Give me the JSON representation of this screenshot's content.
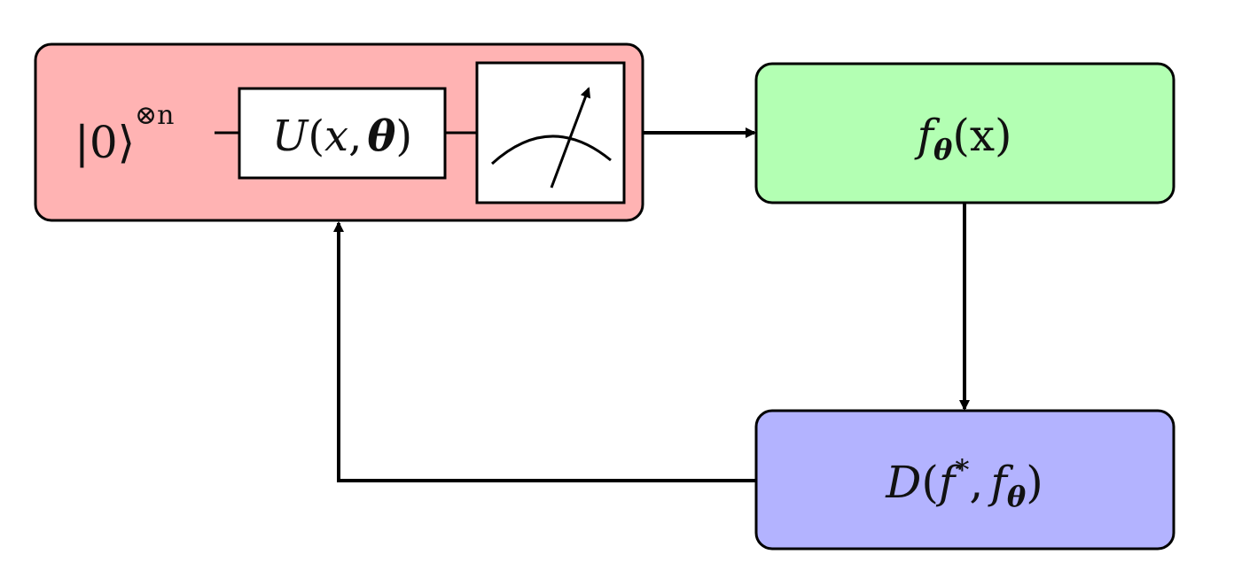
{
  "circuit": {
    "ket_open": "|0",
    "ket_close": "⟩",
    "tensor_power": "⊗n",
    "unitary": {
      "U": "U",
      "open": "(",
      "x": "x",
      "comma": ",",
      "theta": "θ",
      "close": ")"
    },
    "meter_icon": "measurement-meter-icon",
    "fill": "#ffb3b3"
  },
  "model_output": {
    "f": "f",
    "theta": "θ",
    "arg": "(x)",
    "fill": "#b3ffb3"
  },
  "distance": {
    "D": "D",
    "open": "(",
    "f": "f",
    "star": "*",
    "comma": ",",
    "f2": "f",
    "theta": "θ",
    "close": ")",
    "fill": "#b3b3ff"
  }
}
